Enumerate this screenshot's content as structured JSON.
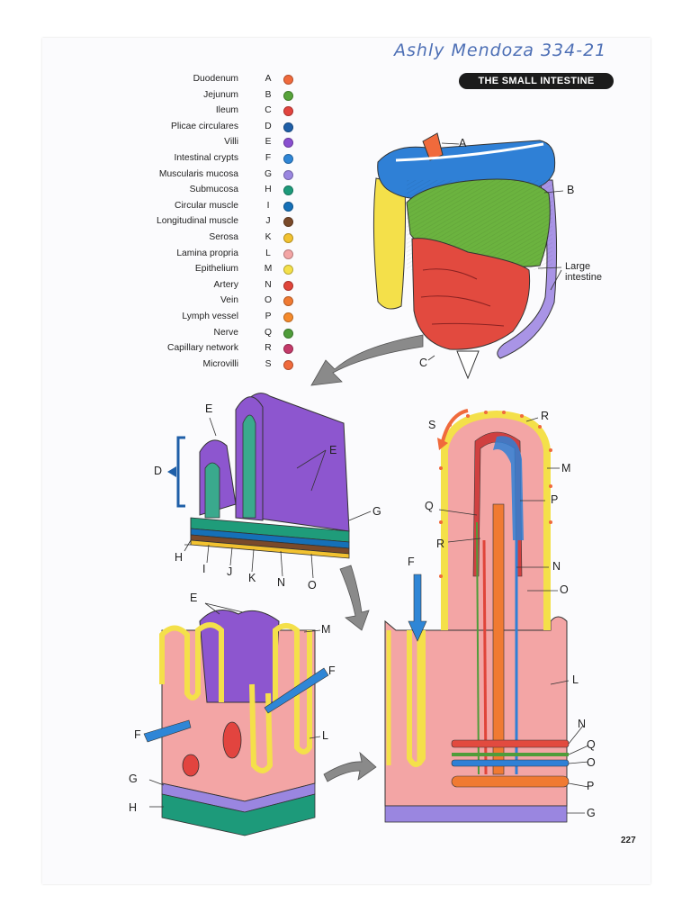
{
  "header": {
    "handwritten_note": "Ashly Mendoza 334-21",
    "title": "THE SMALL INTESTINE"
  },
  "legend": [
    {
      "name": "Duodenum",
      "key": "A",
      "color": "#f06a3c"
    },
    {
      "name": "Jejunum",
      "key": "B",
      "color": "#57a33a"
    },
    {
      "name": "Ileum",
      "key": "C",
      "color": "#e2443f"
    },
    {
      "name": "Plicae circulares",
      "key": "D",
      "color": "#1f5fa8"
    },
    {
      "name": "Villi",
      "key": "E",
      "color": "#8a4fd0"
    },
    {
      "name": "Intestinal crypts",
      "key": "F",
      "color": "#2f86d6"
    },
    {
      "name": "Muscularis mucosa",
      "key": "G",
      "color": "#9a86e0"
    },
    {
      "name": "Submucosa",
      "key": "H",
      "color": "#1d9a7a"
    },
    {
      "name": "Circular muscle",
      "key": "I",
      "color": "#1570b8"
    },
    {
      "name": "Longitudinal muscle",
      "key": "J",
      "color": "#7a4a2a"
    },
    {
      "name": "Serosa",
      "key": "K",
      "color": "#f2c230"
    },
    {
      "name": "Lamina propria",
      "key": "L",
      "color": "#f3a5a5"
    },
    {
      "name": "Epithelium",
      "key": "M",
      "color": "#f4e04a"
    },
    {
      "name": "Artery",
      "key": "N",
      "color": "#e0453a"
    },
    {
      "name": "Vein",
      "key": "O",
      "color": "#f07a32"
    },
    {
      "name": "Lymph vessel",
      "key": "P",
      "color": "#f58a2c"
    },
    {
      "name": "Nerve",
      "key": "Q",
      "color": "#4f9c3a"
    },
    {
      "name": "Capillary network",
      "key": "R",
      "color": "#c43a6a"
    },
    {
      "name": "Microvilli",
      "key": "S",
      "color": "#f06a3c"
    }
  ],
  "diagram_labels": {
    "A": "A",
    "B": "B",
    "C": "C",
    "D": "D",
    "E": "E",
    "F": "F",
    "G": "G",
    "H": "H",
    "I": "I",
    "J": "J",
    "K": "K",
    "L": "L",
    "M": "M",
    "N": "N",
    "O": "O",
    "P": "P",
    "Q": "Q",
    "R": "R",
    "S": "S",
    "large_intestine": "Large\nintestine"
  },
  "footer": {
    "page_number": "227"
  }
}
